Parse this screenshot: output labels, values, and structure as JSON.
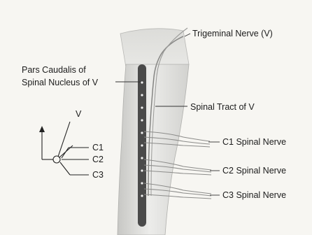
{
  "labels": {
    "trigeminal_nerve": "Trigeminal Nerve (V)",
    "pars_caudalis_line1": "Pars Caudalis of",
    "pars_caudalis_line2": "Spinal Nucleus of V",
    "spinal_tract": "Spinal Tract of V",
    "c1_spinal_nerve": "C1 Spinal Nerve",
    "c2_spinal_nerve": "C2 Spinal Nerve",
    "c3_spinal_nerve": "C3 Spinal Nerve"
  },
  "inset": {
    "v": "V",
    "c1": "C1",
    "c2": "C2",
    "c3": "C3"
  }
}
